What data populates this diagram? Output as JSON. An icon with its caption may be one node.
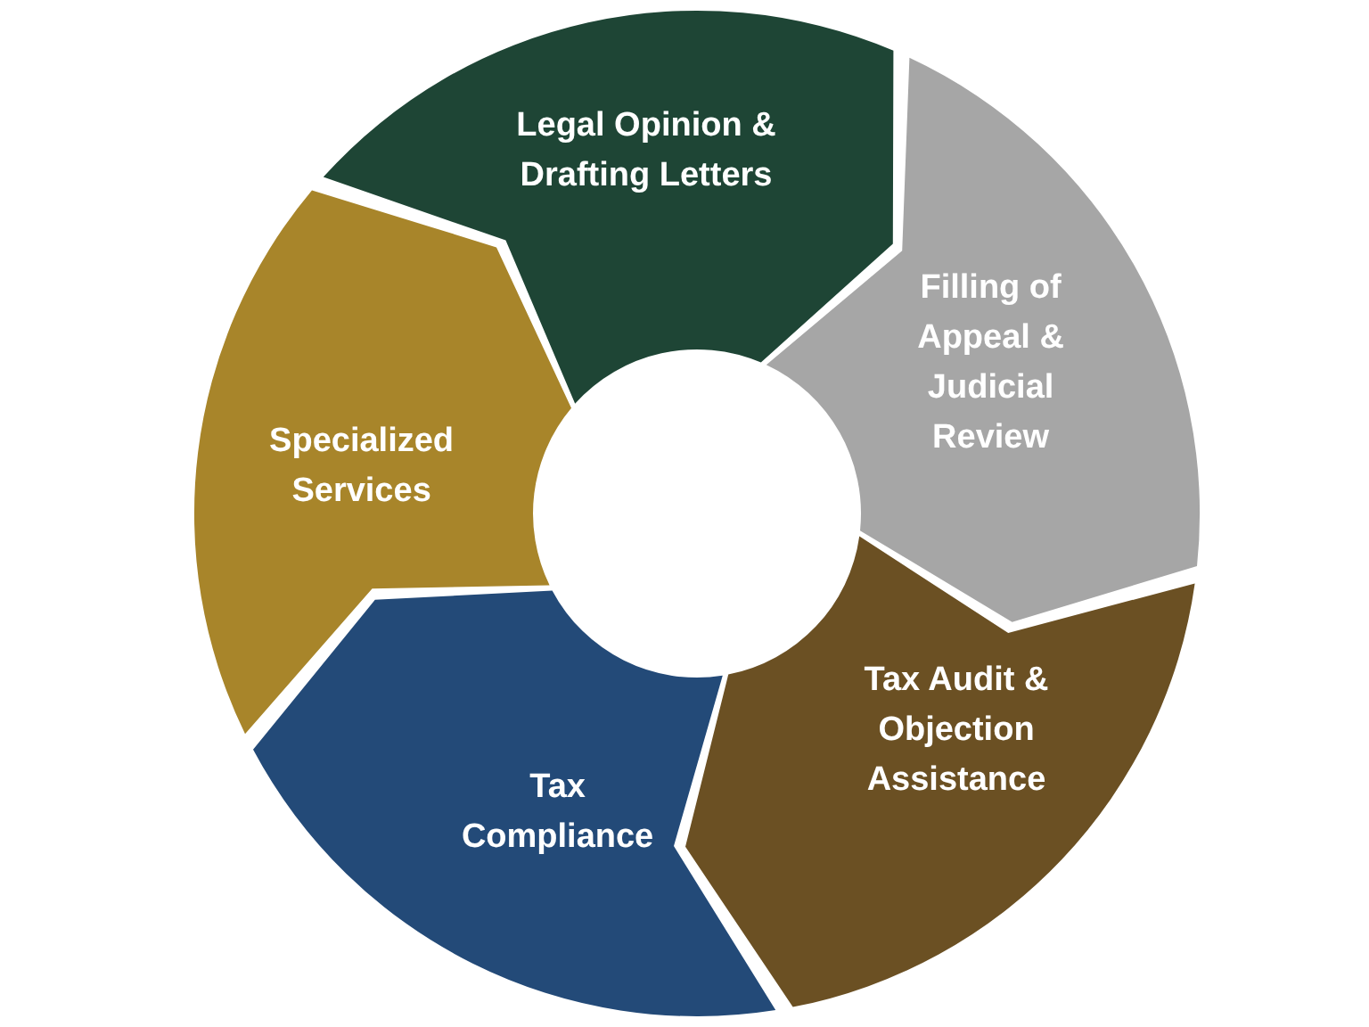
{
  "diagram": {
    "nodes": [
      {
        "text": [
          "Legal Opinion & Drafting Letters"
        ]
      },
      {
        "text": [
          "Filling of Appeal & Judicial Review"
        ]
      },
      {
        "text": [
          "Tax Audit & Objection Assistance"
        ]
      },
      {
        "text": [
          "Tax Compliance"
        ]
      },
      {
        "text": [
          "Specialized Services"
        ]
      }
    ]
  }
}
